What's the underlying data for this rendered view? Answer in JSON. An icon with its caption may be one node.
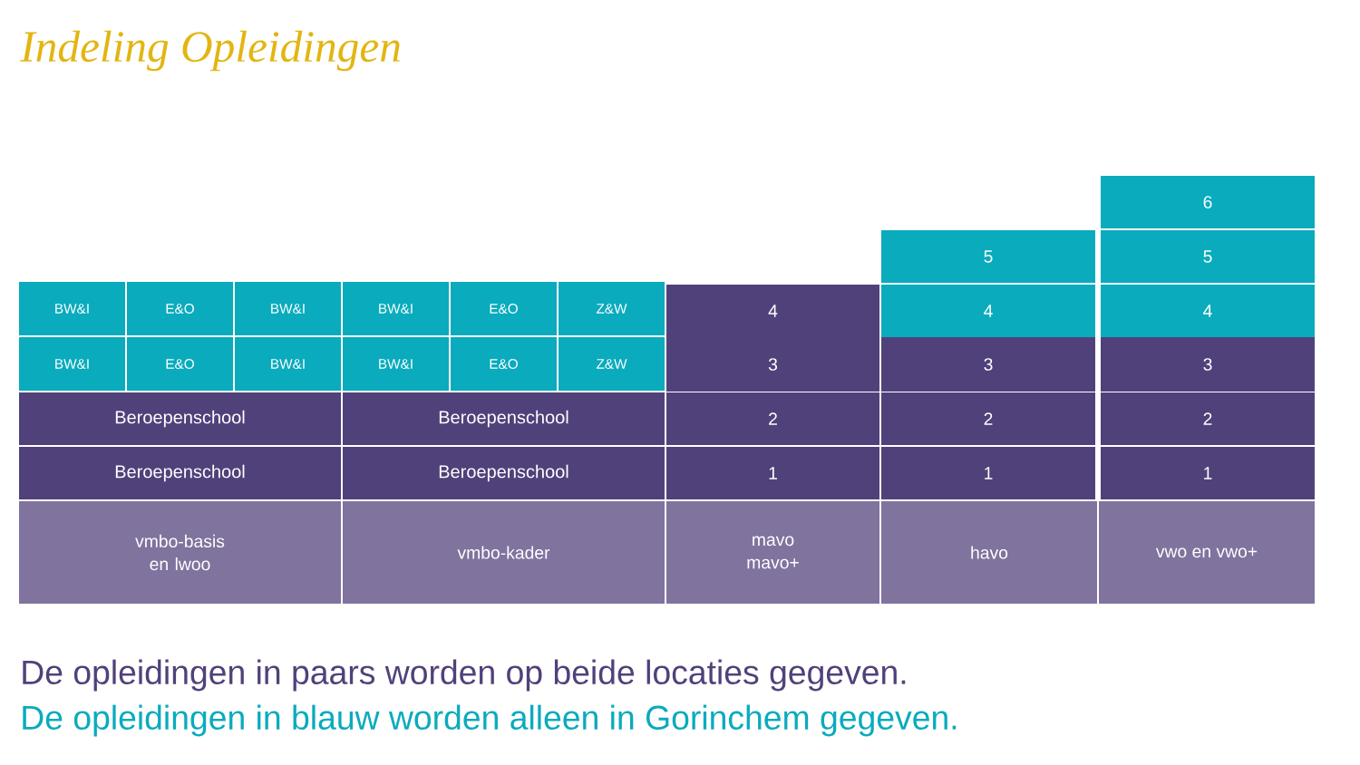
{
  "diagram": {
    "title": "Indeling Opleidingen",
    "nodes": [
      {
        "text": [
          "6"
        ]
      },
      {
        "text": [
          "5"
        ]
      },
      {
        "text": [
          "5"
        ]
      },
      {
        "text": [
          "BW&I"
        ]
      },
      {
        "text": [
          "E&O"
        ]
      },
      {
        "text": [
          "BW&I"
        ]
      },
      {
        "text": [
          "BW&I"
        ]
      },
      {
        "text": [
          "E&O"
        ]
      },
      {
        "text": [
          "Z&W"
        ]
      },
      {
        "text": [
          "4"
        ]
      },
      {
        "text": [
          "4"
        ]
      },
      {
        "text": [
          "4"
        ]
      },
      {
        "text": [
          "BW&I"
        ]
      },
      {
        "text": [
          "E&O"
        ]
      },
      {
        "text": [
          "BW&I"
        ]
      },
      {
        "text": [
          "BW&I"
        ]
      },
      {
        "text": [
          "E&O"
        ]
      },
      {
        "text": [
          "Z&W"
        ]
      },
      {
        "text": [
          "3"
        ]
      },
      {
        "text": [
          "3"
        ]
      },
      {
        "text": [
          "3"
        ]
      },
      {
        "text": [
          "Beroepenschool"
        ]
      },
      {
        "text": [
          "Beroepenschool"
        ]
      },
      {
        "text": [
          "2"
        ]
      },
      {
        "text": [
          "2"
        ]
      },
      {
        "text": [
          "2"
        ]
      },
      {
        "text": [
          "Beroepenschool"
        ]
      },
      {
        "text": [
          "Beroepenschool"
        ]
      },
      {
        "text": [
          "1"
        ]
      },
      {
        "text": [
          "1"
        ]
      },
      {
        "text": [
          "1"
        ]
      },
      {
        "text": [
          "vmbo-basis en lwoo"
        ]
      },
      {
        "text": [
          "vmbo-kader"
        ]
      },
      {
        "text": [
          "mavo mavo+"
        ]
      },
      {
        "text": [
          "havo"
        ]
      },
      {
        "text": [
          "vwo en vwo+"
        ]
      }
    ],
    "labels": [
      "De opleidingen in paars worden op beide locaties gegeven.",
      "De opleidingen in blauw worden alleen in Gorinchem gegeven."
    ]
  }
}
